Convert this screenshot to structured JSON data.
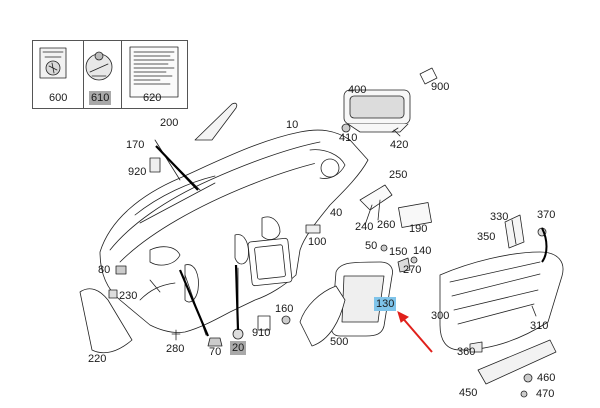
{
  "diagram": {
    "part_labels": {
      "p10": "10",
      "p20": "20",
      "p40": "40",
      "p50": "50",
      "p70": "70",
      "p80": "80",
      "p100": "100",
      "p130": "130",
      "p140": "140",
      "p150": "150",
      "p160": "160",
      "p170": "170",
      "p190": "190",
      "p200": "200",
      "p220": "220",
      "p230": "230",
      "p240": "240",
      "p250": "250",
      "p260": "260",
      "p270": "270",
      "p280": "280",
      "p300": "300",
      "p310": "310",
      "p330": "330",
      "p350": "350",
      "p360": "360",
      "p370": "370",
      "p400": "400",
      "p410": "410",
      "p420": "420",
      "p450": "450",
      "p460": "460",
      "p470": "470",
      "p500": "500",
      "p600": "600",
      "p610": "610",
      "p620": "620",
      "p900": "900",
      "p910": "910",
      "p920": "920"
    },
    "highlighted_part": "130",
    "highlight_color": "#7fc4ea",
    "secondary_highlight_color": "#a9a9a9",
    "arrow_color": "#e0201b"
  }
}
